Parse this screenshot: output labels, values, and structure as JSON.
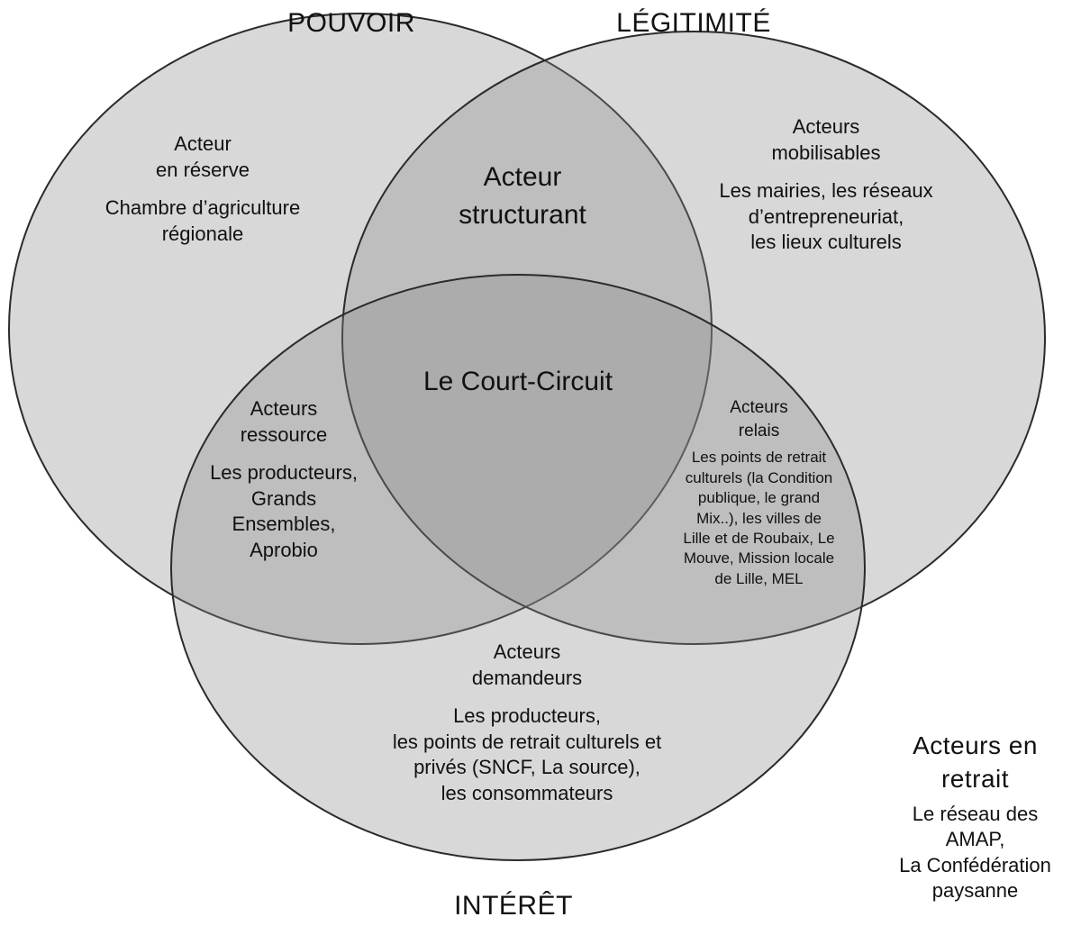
{
  "axes": {
    "pouvoir": "POUVOIR",
    "legitimite": "LÉGITIMITÉ",
    "interet": "INTÉRÊT"
  },
  "regions": {
    "reserve": {
      "title_1": "Acteur",
      "title_2": "en réserve",
      "text_1": "Chambre d’agriculture",
      "text_2": "régionale"
    },
    "mobilisables": {
      "title_1": "Acteurs",
      "title_2": "mobilisables",
      "text_1": "Les mairies, les réseaux",
      "text_2": "d’entrepreneuriat,",
      "text_3": "les lieux culturels"
    },
    "structurant": {
      "line_1": "Acteur",
      "line_2": "structurant"
    },
    "center": {
      "label": "Le Court-Circuit"
    },
    "ressource": {
      "title_1": "Acteurs",
      "title_2": "ressource",
      "text_1": "Les producteurs,",
      "text_2": "Grands",
      "text_3": "Ensembles,",
      "text_4": "Aprobio"
    },
    "relais": {
      "title_1": "Acteurs",
      "title_2": "relais",
      "text_1": "Les points de retrait",
      "text_2": "culturels (la Condition",
      "text_3": "publique, le grand",
      "text_4": "Mix..), les villes de",
      "text_5": "Lille et de Roubaix, Le",
      "text_6": "Mouve, Mission locale",
      "text_7": "de Lille, MEL"
    },
    "demandeurs": {
      "title_1": "Acteurs",
      "title_2": "demandeurs",
      "text_1": "Les producteurs,",
      "text_2": "les points de retrait culturels et",
      "text_3": "privés (SNCF, La source),",
      "text_4": "les consommateurs"
    },
    "retrait": {
      "title_1": "Acteurs en",
      "title_2": "retrait",
      "text_1": "Le réseau des",
      "text_2": "AMAP,",
      "text_3": "La Confédération",
      "text_4": "paysanne"
    }
  },
  "colors": {
    "circle_fill": "#8a8a8a",
    "circle_stroke": "#2b2b2b",
    "background": "#ffffff"
  }
}
